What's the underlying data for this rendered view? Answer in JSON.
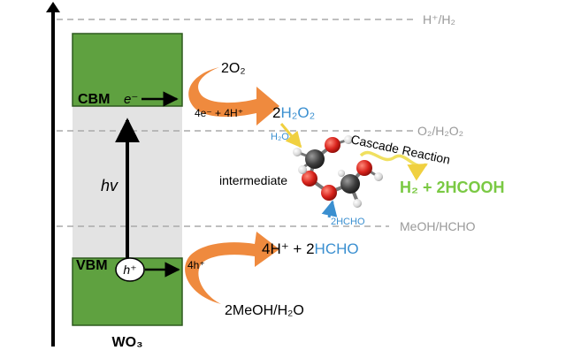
{
  "potentials": {
    "h_h2": "H⁺/H₂",
    "o2_h2o2": "O₂/H₂O₂",
    "meoh_hcho": "MeOH/HCHO"
  },
  "band": {
    "cbm_label": "CBM",
    "electron": "e⁻",
    "vbm_label": "VBM",
    "hole": "h⁺",
    "excitation": "hv",
    "material": "WO₃"
  },
  "reduction": {
    "reactant": "2O₂",
    "arrow_label": "4e⁻ + 4H⁺",
    "product_coeff": "2",
    "product_species": "H₂O₂",
    "small_label": "H₂O₂"
  },
  "oxidation": {
    "arrow_label": "4h⁺",
    "product_prefix": "4H⁺ + 2",
    "product_species": "HCHO",
    "reactant": "2MeOH/H₂O",
    "small_label": "2HCHO"
  },
  "cascade": {
    "intermediate": "intermediate",
    "cascade_label": "Cascade Reaction",
    "final_product": "H₂ + 2HCOOH"
  },
  "colors": {
    "band_green": "#5fa140",
    "arrow_orange": "#ef8a3e",
    "species_blue": "#3a8fd0",
    "product_green": "#7ac943",
    "cascade_yellow": "#f0e060",
    "dash_gray": "#aaaaaa"
  }
}
